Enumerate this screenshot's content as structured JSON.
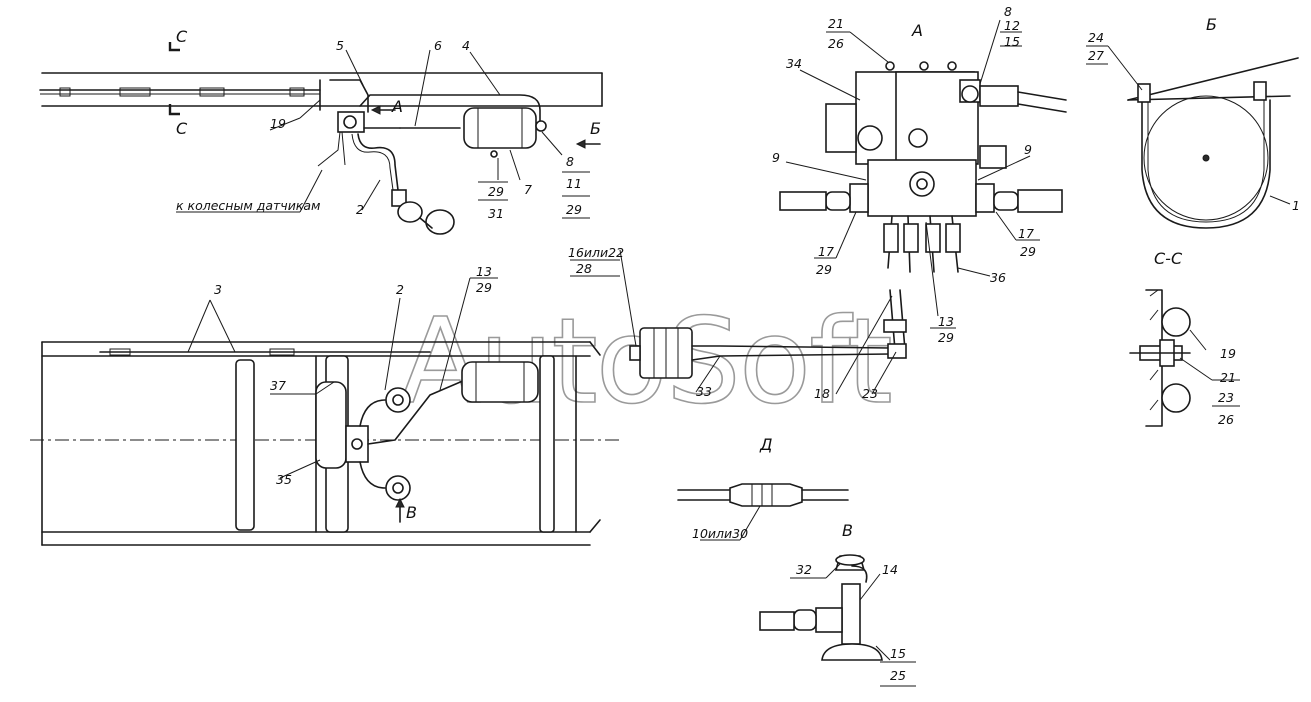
{
  "watermark": "AutoSoft",
  "view_titles": {
    "A": "А",
    "B": "Б",
    "V": "В",
    "D": "Д",
    "CC": "С-С",
    "C_top": "С",
    "C_bottom": "С",
    "A_arrow": "А",
    "B_arrow": "Б",
    "V_arrow": "В"
  },
  "annotations": {
    "to_wheel_sensors": "к колесным датчикам"
  },
  "callouts": {
    "n5": "5",
    "n6": "6",
    "n4": "4",
    "n19a": "19",
    "n2a": "2",
    "n8a": "8",
    "n11a": "11",
    "n29a": "29",
    "n29b": "29",
    "n31": "31",
    "n7": "7",
    "n3": "3",
    "n2b": "2",
    "n13a": "13",
    "n29c": "29",
    "n37": "37",
    "n35": "35",
    "n16or22": "16или22",
    "n28": "28",
    "n33": "33",
    "n18": "18",
    "n23a": "23",
    "n21a": "21",
    "n26a": "26",
    "n8b": "8",
    "n12": "12",
    "n15a": "15",
    "n34": "34",
    "n9a": "9",
    "n9b": "9",
    "n17a": "17",
    "n29d": "29",
    "n17b": "17",
    "n29e": "29",
    "n36": "36",
    "n13b": "13",
    "n29f": "29",
    "n24": "24",
    "n27": "27",
    "n1": "1",
    "n19b": "19",
    "n21b": "21",
    "n23b": "23",
    "n26b": "26",
    "n10or30": "10или30",
    "n32": "32",
    "n14": "14",
    "n15b": "15",
    "n25": "25"
  }
}
